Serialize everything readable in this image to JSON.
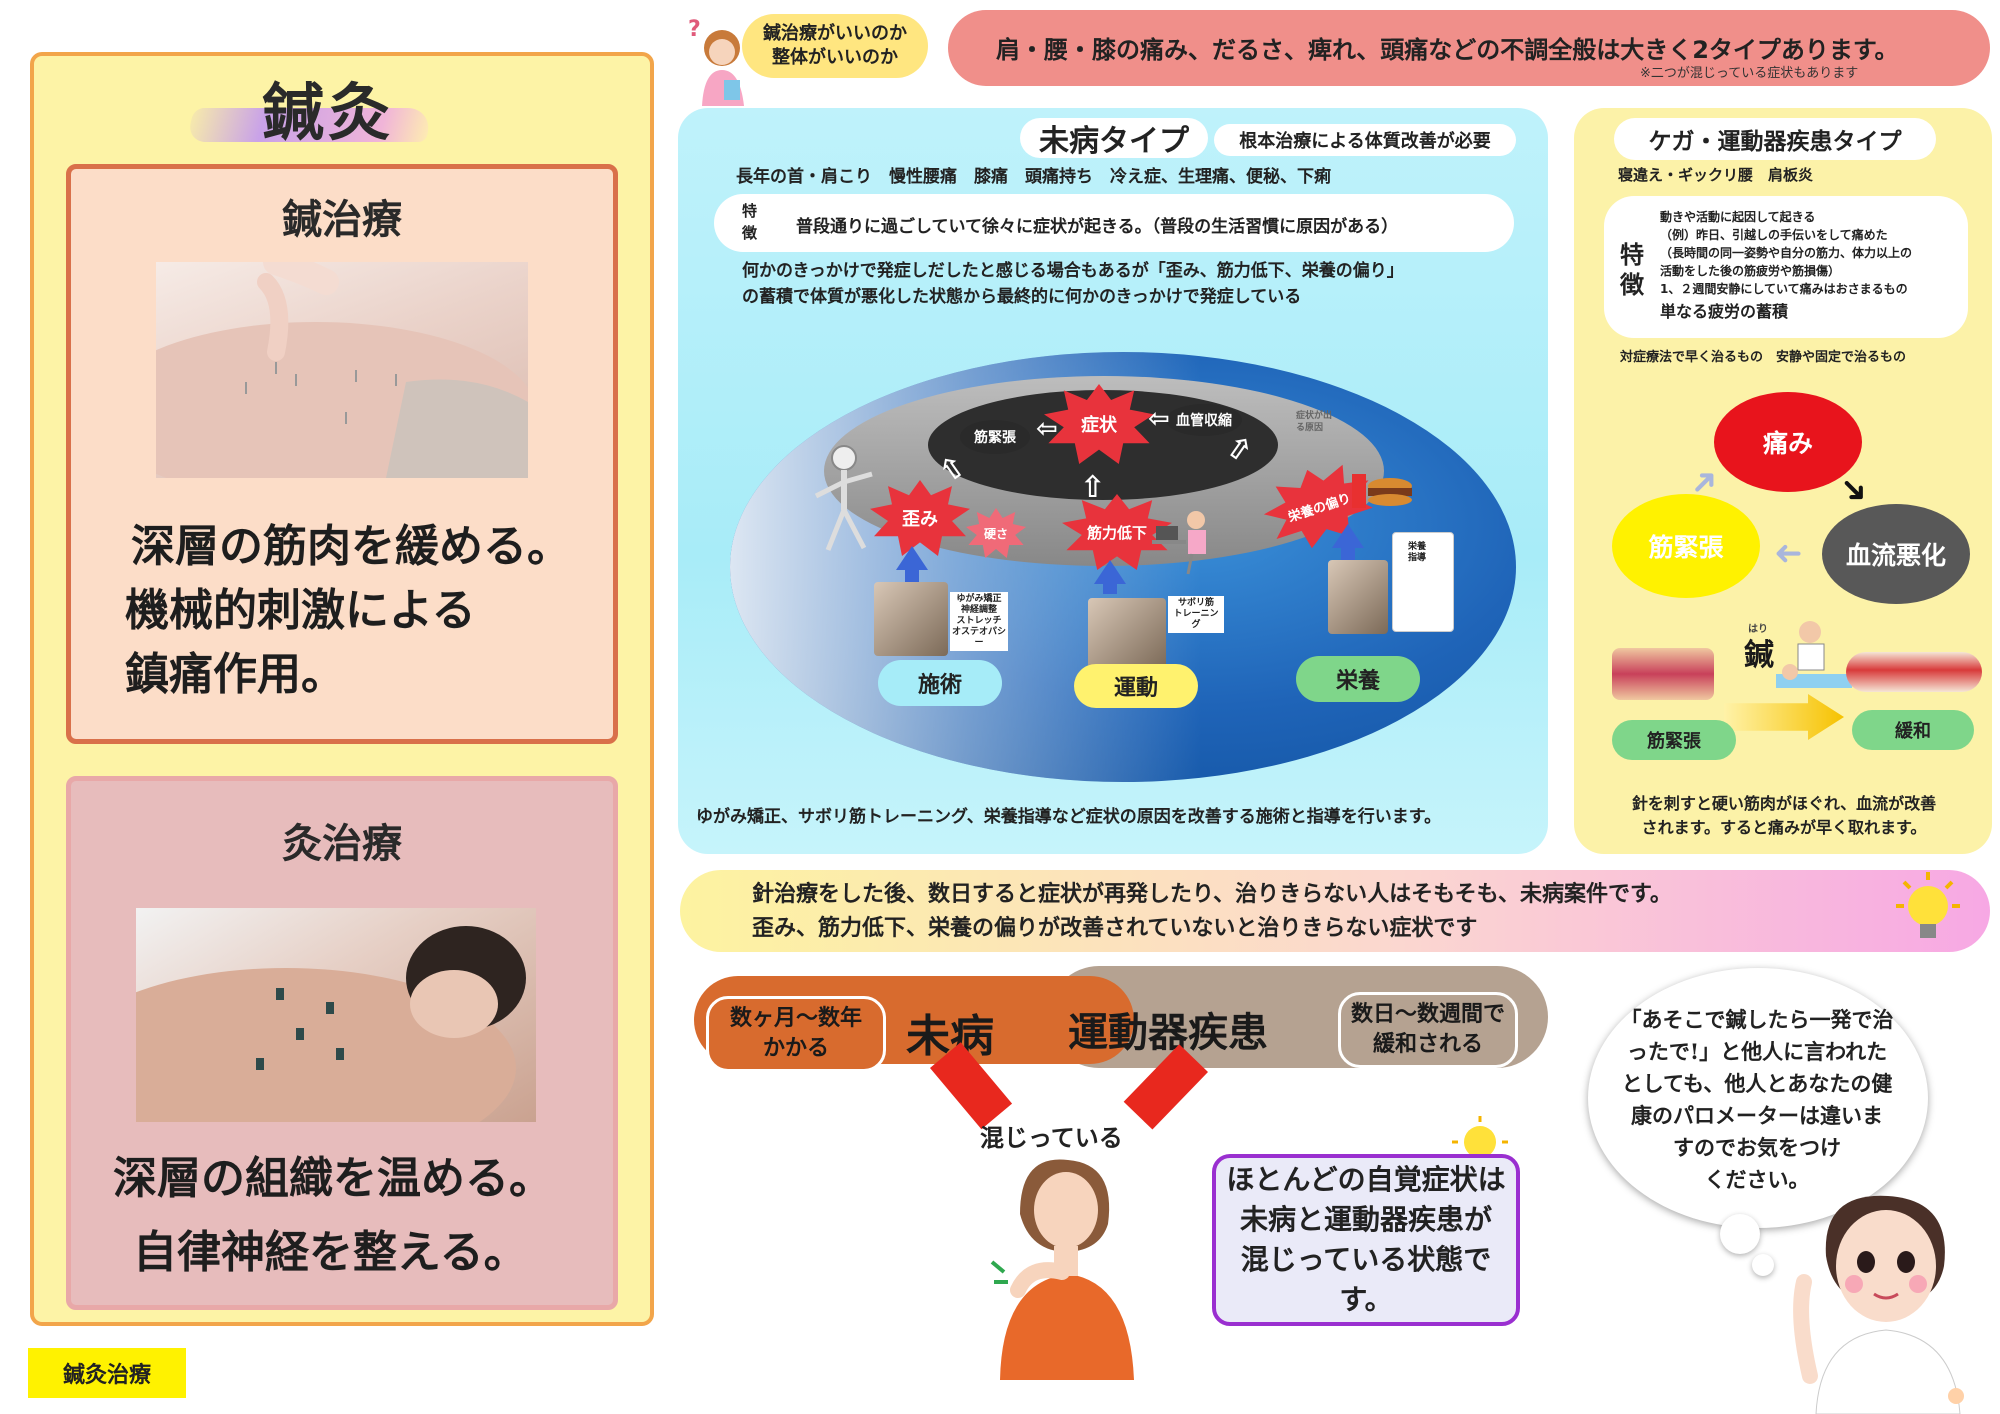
{
  "left": {
    "title": "鍼灸",
    "acu": {
      "title": "鍼治療",
      "text": [
        "深層の筋肉を緩める。",
        "機械的刺激による",
        "鎮痛作用。"
      ]
    },
    "moxa": {
      "title": "灸治療",
      "text": [
        "深層の組織を温める。",
        "自律神経を整える。"
      ]
    }
  },
  "footer_badge": "鍼灸治療",
  "question": [
    "鍼治療がいいのか",
    "整体がいいのか"
  ],
  "top_banner": {
    "main": "肩・腰・膝の痛み、だるさ、痺れ、頭痛などの不調全般は大きく2タイプあります。",
    "note": "※二つが混じっている症状もあります"
  },
  "mibyo": {
    "title": "未病タイプ",
    "subtitle": "根本治療による体質改善が必要",
    "symptoms": "長年の首・肩こり　慢性腰痛　膝痛　頭痛持ち　冷え症、生理痛、便秘、下痢",
    "feature_label": "特徴",
    "feature": "普段通りに過ごしていて徐々に症状が起きる。（普段の生活習慣に原因がある）",
    "desc": [
      "何かのきっかけで発症しだしたと感じる場合もあるが「歪み、筋力低下、栄養の偏り」",
      "の蓄積で体質が悪化した状態から最終的に何かのきっかけで発症している"
    ],
    "diagram": {
      "core": "症状",
      "muscle": "筋緊張",
      "blood": "血管収縮",
      "cause_note": "症状が出る原因",
      "distortion": "歪み",
      "stiffness": "硬さ",
      "weakness": "筋力低下",
      "nutrition": "栄養の偏り",
      "treat_tags": [
        "ゆがみ矯正",
        "神経調整",
        "ストレッチ",
        "オステオパシー"
      ],
      "exercise_tag": [
        "サボリ筋",
        "トレーニング"
      ],
      "nutrition_tag": [
        "栄養",
        "指導"
      ],
      "btn_treat": "施術",
      "btn_exercise": "運動",
      "btn_nutrition": "栄養"
    },
    "bottom": "ゆがみ矯正、サボリ筋トレーニング、栄養指導など症状の原因を改善する施術と指導を行います。"
  },
  "kega": {
    "title": "ケガ・運動器疾患タイプ",
    "symptoms": "寝違え・ギックリ腰　肩板炎",
    "feature_label": "特徴",
    "features": [
      "動きや活動に起因して起きる",
      "（例）昨日、引越しの手伝いをして痛めた",
      "（長時間の同一姿勢や自分の筋力、体力以上の",
      "活動をした後の筋疲労や筋損傷）",
      "1、２週間安静にしていて痛みはおさまるもの"
    ],
    "feature_big": "単なる疲労の蓄積",
    "methods": "対症療法で早く治るもの　安静や固定で治るもの",
    "cycle_pain": "痛み",
    "cycle_muscle": "筋緊張",
    "cycle_blood": "血流悪化",
    "needle_ruby": "はり",
    "needle": "鍼",
    "tense": "筋緊張",
    "relax": "緩和",
    "bottom": [
      "針を刺すと硬い筋肉がほぐれ、血流が改善",
      "されます。すると痛みが早く取れます。"
    ]
  },
  "relapse": [
    "針治療をした後、数日すると症状が再発したり、治りきらない人はそもそも、未病案件です。",
    "歪み、筋力低下、栄養の偏りが改善されていないと治りきらない症状です"
  ],
  "bars": {
    "mibyo_note": [
      "数ヶ月〜数年",
      "かかる"
    ],
    "mibyo": "未病",
    "unyo": "運動器疾患",
    "unyo_note": [
      "数日〜数週間で",
      "緩和される"
    ]
  },
  "mixed": "混じっている",
  "info": [
    "ほとんどの自覚症状は",
    "未病と運動器疾患が",
    "混じっている状態です。"
  ],
  "cloud": [
    "「あそこで鍼したら一発で治",
    "ったで!」と他人に言われた",
    "としても、他人とあなたの健",
    "康のパロメーターは違いま",
    "すのでお気をつけ",
    "ください。"
  ]
}
